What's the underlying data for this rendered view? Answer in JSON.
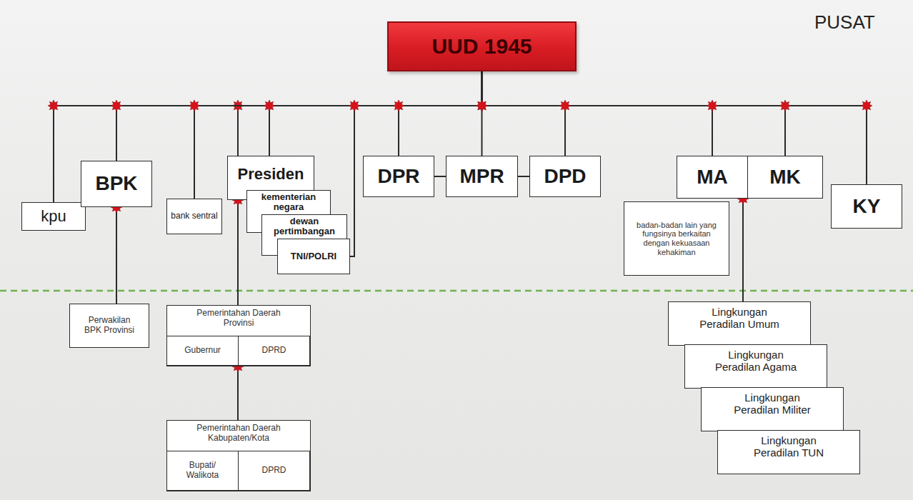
{
  "diagram": {
    "nodes": [
      {
        "text": [
          "UUD 1945"
        ]
      },
      {
        "text": [
          "kpu"
        ]
      },
      {
        "text": [
          "BPK"
        ]
      },
      {
        "text": [
          "bank sentral"
        ]
      },
      {
        "text": [
          "Presiden"
        ]
      },
      {
        "text": [
          "kementerian negara"
        ]
      },
      {
        "text": [
          "dewan pertimbangan"
        ]
      },
      {
        "text": [
          "TNI/POLRI"
        ]
      },
      {
        "text": [
          "DPR"
        ]
      },
      {
        "text": [
          "MPR"
        ]
      },
      {
        "text": [
          "DPD"
        ]
      },
      {
        "text": [
          "MA"
        ]
      },
      {
        "text": [
          "MK"
        ]
      },
      {
        "text": [
          "KY"
        ]
      },
      {
        "text": [
          "badan-badan lain yang fungsinya berkaitan dengan kekuasaan kehakiman"
        ]
      },
      {
        "text": [
          "Perwakilan BPK Provinsi"
        ]
      },
      {
        "text": [
          "Pemerintahan Daerah Provinsi"
        ]
      },
      {
        "text": [
          "Gubernur"
        ],
        "in": 16
      },
      {
        "text": [
          "DPRD"
        ],
        "in": 16
      },
      {
        "text": [
          "Pemerintahan Daerah Kabupaten/Kota"
        ]
      },
      {
        "text": [
          "Bupati/ Walikota"
        ],
        "in": 19
      },
      {
        "text": [
          "DPRD"
        ],
        "in": 19
      },
      {
        "text": [
          "Lingkungan Peradilan Umum"
        ]
      },
      {
        "text": [
          "Lingkungan Peradilan Agama"
        ]
      },
      {
        "text": [
          "Lingkungan Peradilan Militer"
        ]
      },
      {
        "text": [
          "Lingkungan Peradilan TUN"
        ]
      }
    ],
    "edges": [
      {
        "from": 0,
        "to": 1,
        "arrow": "none"
      },
      {
        "from": 0,
        "to": 2,
        "arrow": "none"
      },
      {
        "from": 0,
        "to": 3,
        "arrow": "none"
      },
      {
        "from": 0,
        "to": 4,
        "arrow": "none"
      },
      {
        "from": 0,
        "to": 7,
        "arrow": "none"
      },
      {
        "from": 0,
        "to": 8,
        "arrow": "none"
      },
      {
        "from": 0,
        "to": 9,
        "arrow": "none"
      },
      {
        "from": 0,
        "to": 10,
        "arrow": "none"
      },
      {
        "from": 0,
        "to": 11,
        "arrow": "none"
      },
      {
        "from": 0,
        "to": 12,
        "arrow": "none"
      },
      {
        "from": 0,
        "to": 13,
        "arrow": "none"
      },
      {
        "from": 8,
        "to": 9,
        "arrow": "none"
      },
      {
        "from": 9,
        "to": 10,
        "arrow": "none"
      },
      {
        "from": 2,
        "to": 15,
        "arrow": "none"
      },
      {
        "from": 4,
        "to": 16,
        "arrow": "none"
      },
      {
        "from": 16,
        "to": 19,
        "arrow": "none"
      },
      {
        "from": 11,
        "to": 22,
        "arrow": "none"
      }
    ],
    "labels": [
      "PUSAT"
    ]
  }
}
